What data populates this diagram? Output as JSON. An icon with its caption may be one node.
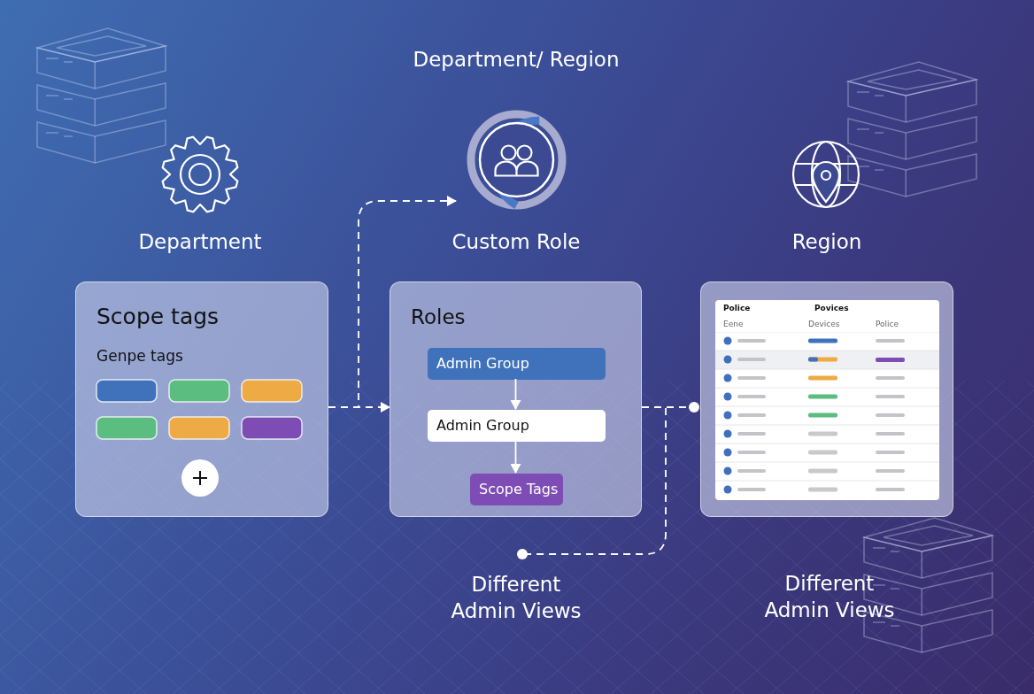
{
  "diagram": {
    "nodes": [
      {
        "text": [
          "Scope tags",
          "Genpe tags"
        ],
        "beside": [
          "Department"
        ]
      },
      {
        "text": [
          "Roles"
        ],
        "beside": [
          "Custom Role"
        ]
      },
      {
        "text": [
          "Admin Group"
        ],
        "in": 1
      },
      {
        "text": [
          "Admin Group"
        ],
        "in": 1
      },
      {
        "text": [
          "Scope Tags"
        ],
        "in": 1
      },
      {
        "text": [
          "Police",
          "Povices",
          "Eene",
          "Devices",
          "Police"
        ],
        "beside": [
          "Region",
          "Different Admin Views"
        ]
      },
      {
        "text": [],
        "shape": "circle",
        "beside": [
          "Department/ Region"
        ]
      },
      {
        "text": [
          "Different Admin Views"
        ]
      }
    ],
    "edges": [
      {
        "from": 0,
        "to": 1,
        "arrow": "to",
        "style": "dashed"
      },
      {
        "from": 0,
        "to": 6,
        "arrow": "to",
        "style": "dashed"
      },
      {
        "from": 1,
        "to": 5,
        "arrow": "other",
        "style": "dashed"
      },
      {
        "from": 1,
        "to": 7,
        "arrow": "other",
        "style": "dashed"
      },
      {
        "from": 2,
        "to": 3,
        "arrow": "to"
      },
      {
        "from": 3,
        "to": 4,
        "arrow": "to"
      }
    ]
  }
}
